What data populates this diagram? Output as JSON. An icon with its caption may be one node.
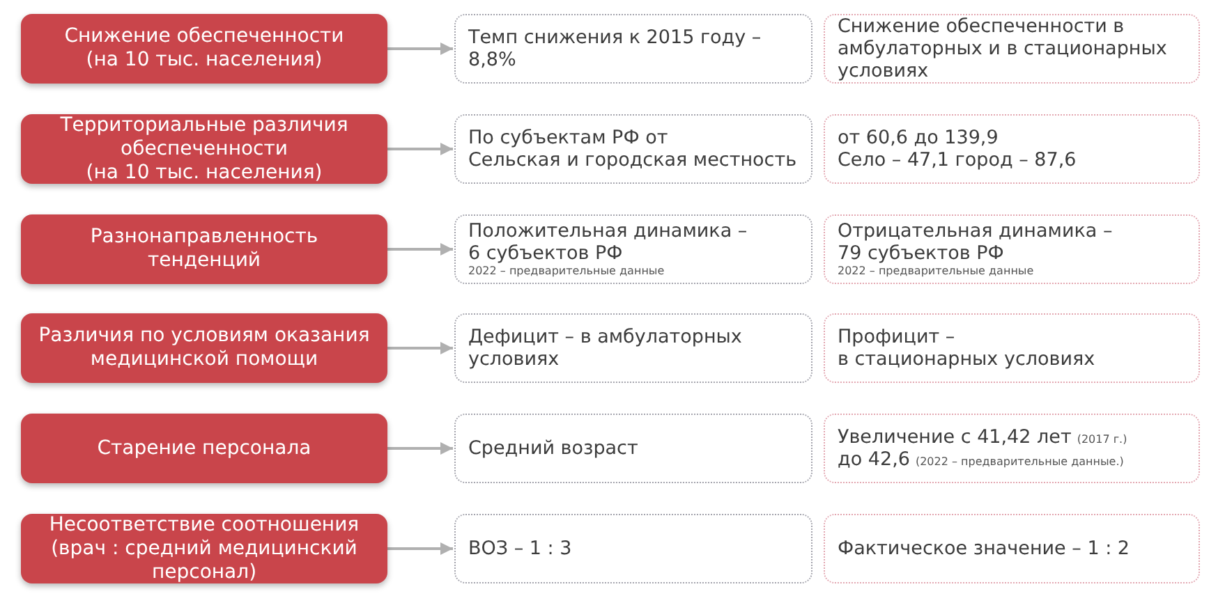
{
  "diagram": {
    "nodes": [
      {
        "text": [
          "Снижение обеспеченности",
          "(на 10 тыс. населения)"
        ]
      },
      {
        "text": [
          "Темп снижения к 2015 году – 8,8%"
        ]
      },
      {
        "text": [
          "Снижение обеспеченности в амбулаторных и в стационарных условиях"
        ]
      },
      {
        "text": [
          "Территориальные различия обеспеченности",
          "(на 10 тыс. населения)"
        ]
      },
      {
        "text": [
          "По субъектам РФ от",
          "Сельская и городская местность"
        ]
      },
      {
        "text": [
          "от 60,6 до 139,9",
          "Село – 47,1 город – 87,6"
        ]
      },
      {
        "text": [
          "Разнонаправленность тенденций"
        ]
      },
      {
        "text": [
          "Положительная динамика –",
          "6 субъектов РФ",
          "2022 – предварительные данные"
        ]
      },
      {
        "text": [
          "Отрицательная динамика –",
          "79 субъектов РФ",
          "2022 – предварительные данные"
        ]
      },
      {
        "text": [
          "Различия по условиям оказания медицинской помощи"
        ]
      },
      {
        "text": [
          "Дефицит – в амбулаторных условиях"
        ]
      },
      {
        "text": [
          "Профицит –",
          "в стационарных условиях"
        ]
      },
      {
        "text": [
          "Старение персонала"
        ]
      },
      {
        "text": [
          "Средний возраст"
        ]
      },
      {
        "text": [
          "Увеличение с 41,42 лет",
          "(2017 г.)",
          "до 42,6",
          "(2022 – предварительные данные.)"
        ]
      },
      {
        "text": [
          "Несоответствие соотношения",
          "(врач : средний медицинский персонал)"
        ]
      },
      {
        "text": [
          "ВОЗ – 1 : 3"
        ]
      },
      {
        "text": [
          "Фактическое значение – 1 : 2"
        ]
      }
    ],
    "edges": [
      {
        "from": 0,
        "to": 1,
        "arrow": "to"
      },
      {
        "from": 3,
        "to": 4,
        "arrow": "to"
      },
      {
        "from": 6,
        "to": 7,
        "arrow": "to"
      },
      {
        "from": 9,
        "to": 10,
        "arrow": "to"
      },
      {
        "from": 12,
        "to": 13,
        "arrow": "to"
      },
      {
        "from": 15,
        "to": 16,
        "arrow": "to"
      }
    ]
  }
}
